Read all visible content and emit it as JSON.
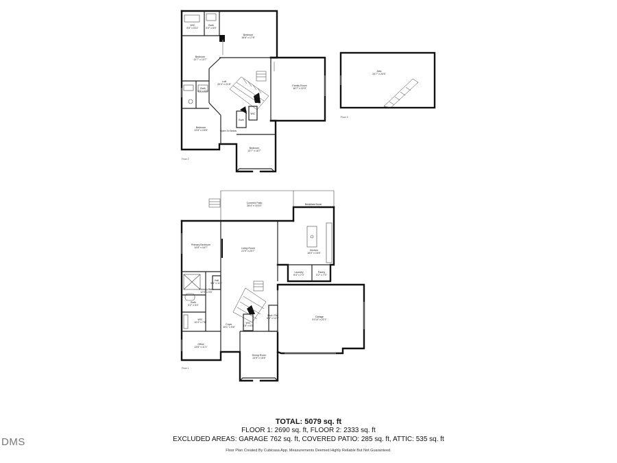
{
  "floors": {
    "floor2_label": "Floor 2",
    "floor3_label": "Floor 3",
    "floor1_label": "Floor 1"
  },
  "rooms": {
    "f2_wic": "WIC",
    "f2_wic_dim": "5'6\" x 6'11\"",
    "f2_bath_top": "Bath",
    "f2_bath_top_dim": "5'0\" x 8'5\"",
    "f2_bedroom_ne": "Bedroom",
    "f2_bedroom_ne_dim": "16'8\" x 17'8\"",
    "f2_bedroom_nw": "Bedroom",
    "f2_bedroom_nw_dim": "12'7\" x 13'7\"",
    "f2_bath_mid": "Bath",
    "f2_bath_mid_dim": "5'0\" x 8'4\"",
    "f2_loft": "Loft",
    "f2_loft_dim": "20'4\" x 21'8\"",
    "f2_family": "Family Room",
    "f2_family_dim": "18'7\" x 22'9\"",
    "f2_bath_small": "Bath",
    "f2_wic_small": "WIC",
    "f2_bedroom_sw": "Bedroom",
    "f2_bedroom_sw_dim": "13'8\" x 15'8\"",
    "f2_open_below": "Open To Below",
    "f2_bedroom_s": "Bedroom",
    "f2_bedroom_s_dim": "13'7\" x 18'7\"",
    "f3_attic": "Attic",
    "f3_attic_dim": "34'7\" x 20'5\"",
    "f1_covered_patio": "Covered Patio",
    "f1_covered_patio_dim": "28'4\" x 10'10\"",
    "f1_breakfast": "Breakfast Nook",
    "f1_breakfast_dim": "14'6\" x 11'2\"",
    "f1_primary_bedroom": "Primary Bedroom",
    "f1_primary_bedroom_dim": "14'8\" x 16'7\"",
    "f1_living": "Living Room",
    "f1_living_dim": "21'9\" x 20'7\"",
    "f1_kitchen": "Kitchen",
    "f1_kitchen_dim": "18'0\" x 15'6\"",
    "f1_laundry": "Laundry",
    "f1_laundry_dim": "8'4\" x 7'0\"",
    "f1_pantry": "Pantry",
    "f1_pantry_dim": "5'2\" x 7'0\"",
    "f1_primary_bath": "Primary Bath",
    "f1_primary_bath_dim": "12'0\" x 9'6\"",
    "f1_hall": "Hall",
    "f1_hall_dim": "5'6\" x 11'1\"",
    "f1_bath": "Bath",
    "f1_bath_dim": "5'2\" x 5'4\"",
    "f1_wic": "WIC",
    "f1_wic_dim": "10'4\" x 7'8\"",
    "f1_foyer": "Foyer",
    "f1_foyer_dim": "19'1\" x 5'8\"",
    "f1_wic_rear": "WIC",
    "f1_wic_rear_dim": "3'8\" x 6'1\"",
    "f1_mud": "Mud / Rm",
    "f1_mud_dim": "6'4\" x 12'2\"",
    "f1_garage": "Garage",
    "f1_garage_dim": "31'10\" x 22'1\"",
    "f1_office": "Office",
    "f1_office_dim": "13'8\" x 11'1\"",
    "f1_dining": "Dining Room",
    "f1_dining_dim": "13'5\" x 15'6\""
  },
  "summary": {
    "total": "TOTAL: 5079 sq. ft",
    "floors": "FLOOR 1: 2690 sq. ft, FLOOR 2: 2333 sq. ft",
    "excluded": "EXCLUDED AREAS: GARAGE 762 sq. ft, COVERED PATIO: 285 sq. ft, ATTIC: 535 sq. ft",
    "disclaimer": "Floor Plan Created By Cubicasa App. Measurements Deemed Highly Reliable But Not Guaranteed."
  },
  "branding": {
    "logo_text": "DMS"
  }
}
